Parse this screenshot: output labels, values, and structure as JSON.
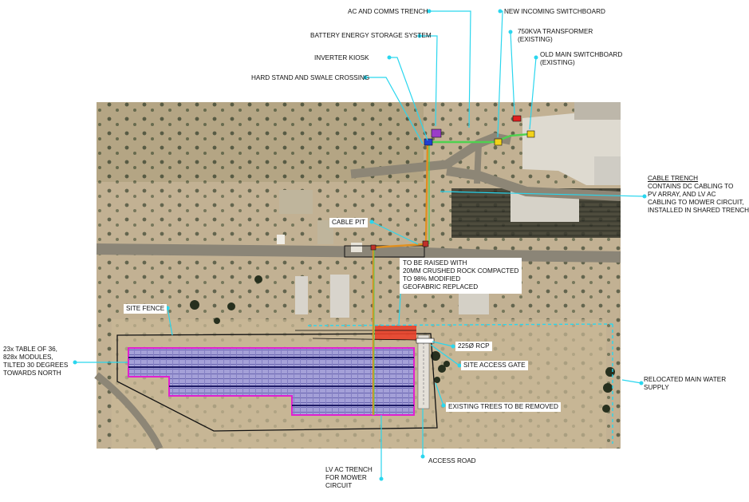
{
  "labels": {
    "ac_comms_trench": "AC AND COMMS TRENCH",
    "new_switchboard": "NEW INCOMING SWITCHBOARD",
    "transformer": [
      "750kVA TRANSFORMER",
      "(EXISTING)"
    ],
    "old_switchboard": [
      "OLD MAIN SWITCHBOARD",
      "(EXISTING)"
    ],
    "bess": "BATTERY ENERGY STORAGE SYSTEM",
    "inverter_kiosk": "INVERTER KIOSK",
    "hard_stand": "HARD STAND AND SWALE CROSSING",
    "cable_trench": {
      "title": "CABLE TRENCH",
      "lines": [
        "CONTAINS DC CABLING TO",
        "PV ARRAY, AND LV AC",
        "CABLING TO MOWER CIRCUIT,",
        "INSTALLED IN SHARED TRENCH"
      ]
    },
    "cable_pit": "CABLE PIT",
    "raised": [
      "TO BE RAISED WITH",
      "20mm CRUSHED ROCK COMPACTED",
      "TO 98% MODIFIED",
      "GEOFABRIC REPLACED"
    ],
    "site_fence": "SITE FENCE",
    "table": [
      "23x TABLE OF 36,",
      "828x MODULES,",
      "TILTED 30 DEGREES",
      "TOWARDS NORTH"
    ],
    "rcp": "225ø RCP",
    "site_access_gate": "SITE ACCESS GATE",
    "trees_removed": "EXISTING TREES TO BE REMOVED",
    "water_supply": [
      "RELOCATED MAIN WATER",
      "SUPPLY"
    ],
    "access_road": "ACCESS ROAD",
    "lv_ac_trench": [
      "LV AC TRENCH",
      "FOR MOWER",
      "CIRCUIT"
    ]
  },
  "colors": {
    "leader": "#2ad6ee",
    "fence": "#111111",
    "pv_outline": "#e020d0",
    "pv_fill": "#9c98d2",
    "ac_trench": "#e09020",
    "comms": "#4fd14f",
    "raised_pad": "#e8402a",
    "inverter": "#1f3fd0",
    "bess": "#9b3cc8",
    "transformer": "#e02020",
    "switchboard": "#f2d21a"
  },
  "icons": [
    "inverter-kiosk-icon",
    "bess-icon",
    "transformer-icon",
    "new-switchboard-icon",
    "old-switchboard-icon",
    "cable-pit-icon"
  ]
}
